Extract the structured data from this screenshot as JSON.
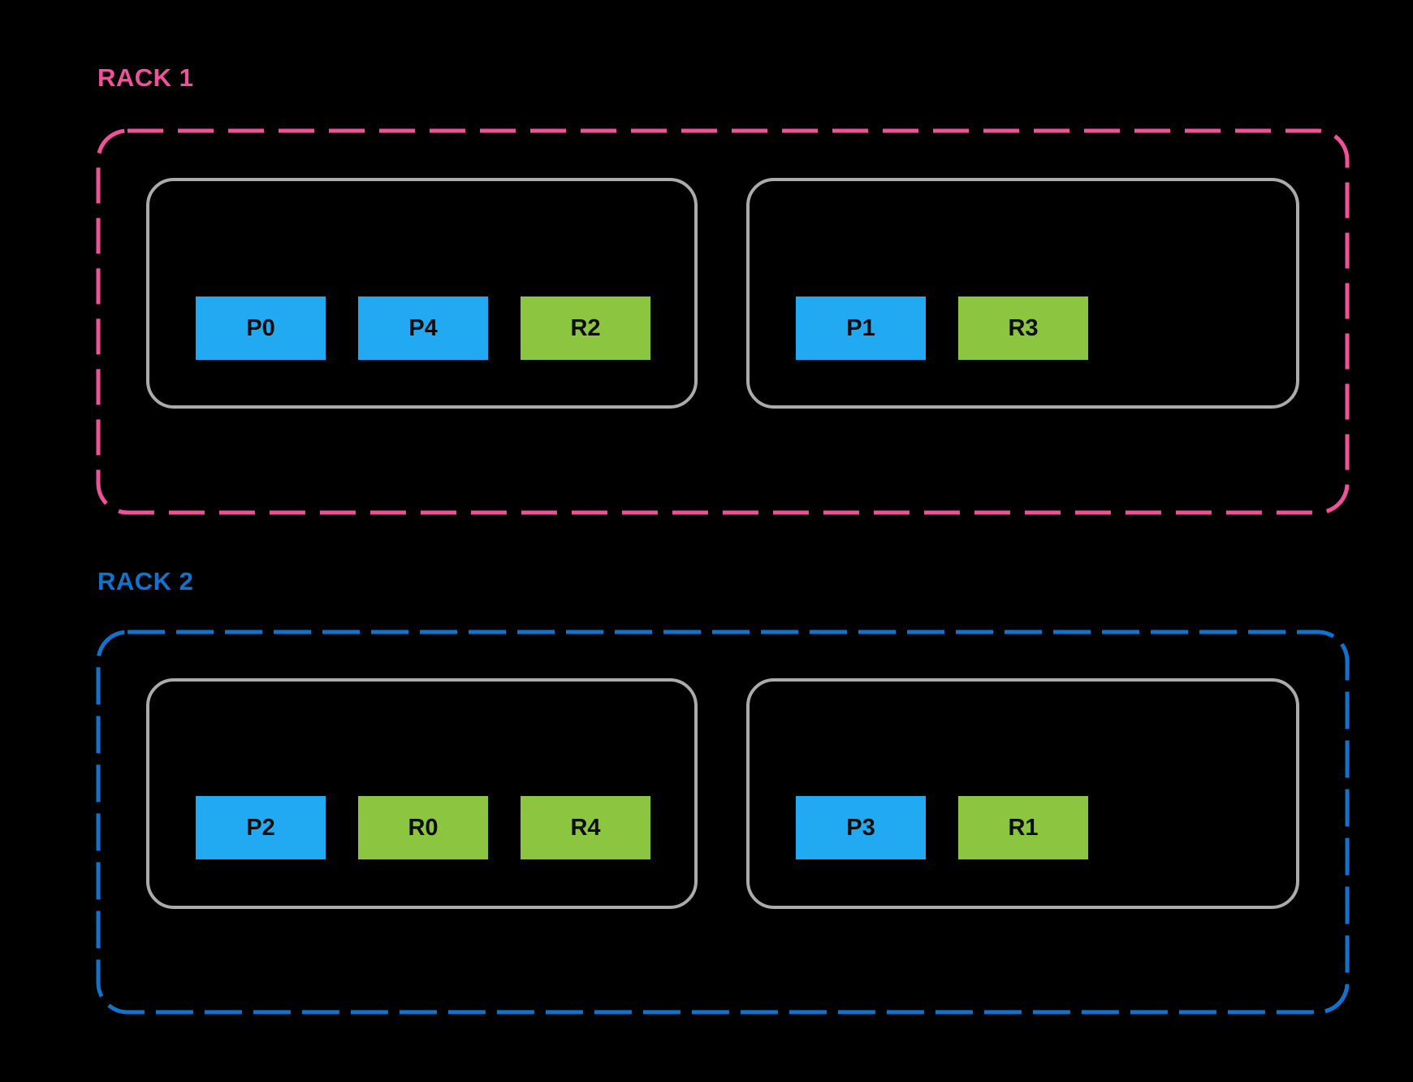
{
  "colors": {
    "background": "#000000",
    "primary_node_fill": "#21A9F1",
    "replica_node_fill": "#8CC540",
    "host_border": "#ABABAB",
    "node_text": "#0D0D0D",
    "rack1_accent": "#EF5298",
    "rack2_accent": "#1173CD"
  },
  "racks": [
    {
      "label": "RACK 1",
      "accent": "#EF5298",
      "hosts": [
        {
          "nodes": [
            {
              "label": "P0",
              "type": "primary"
            },
            {
              "label": "P4",
              "type": "primary"
            },
            {
              "label": "R2",
              "type": "replica"
            }
          ]
        },
        {
          "nodes": [
            {
              "label": "P1",
              "type": "primary"
            },
            {
              "label": "R3",
              "type": "replica"
            }
          ]
        }
      ]
    },
    {
      "label": "RACK 2",
      "accent": "#1173CD",
      "hosts": [
        {
          "nodes": [
            {
              "label": "P2",
              "type": "primary"
            },
            {
              "label": "R0",
              "type": "replica"
            },
            {
              "label": "R4",
              "type": "replica"
            }
          ]
        },
        {
          "nodes": [
            {
              "label": "P3",
              "type": "primary"
            },
            {
              "label": "R1",
              "type": "replica"
            }
          ]
        }
      ]
    }
  ]
}
